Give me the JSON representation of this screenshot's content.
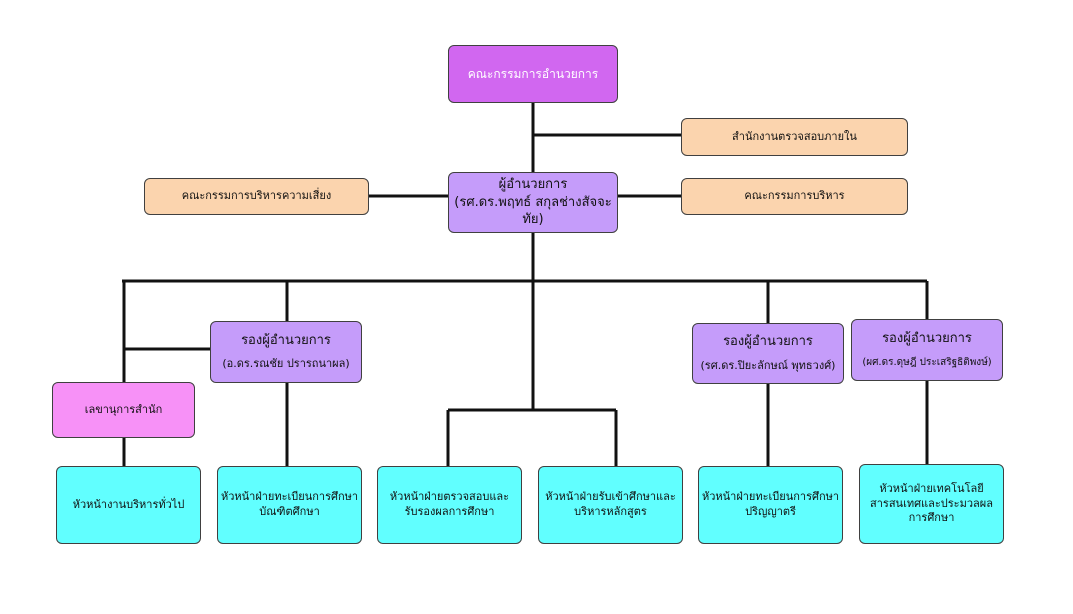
{
  "colors": {
    "board": "#d167f0",
    "director": "#c59cfa",
    "committee": "#fbd4ae",
    "secretary": "#f791f7",
    "department": "#61ffff",
    "line": "#111111"
  },
  "nodes": {
    "board": {
      "label": "คณะกรรมการอำนวยการ"
    },
    "audit": {
      "label": "สำนักงานตรวจสอบภายใน"
    },
    "risk": {
      "label": "คณะกรรมการบริหารความเสี่ยง"
    },
    "exec_committee": {
      "label": "คณะกรรมการบริหาร"
    },
    "director": {
      "title": "ผู้อำนวยการ",
      "name": "(รศ.ดร.พฤทธ์ สกุลช่างสัจจะทัย)"
    },
    "deputy1": {
      "title": "รองผู้อำนวยการ",
      "name": "(อ.ดร.รณชัย ปรารถนาผล)"
    },
    "deputy2": {
      "title": "รองผู้อำนวยการ",
      "name": "(รศ.ดร.ปิยะลักษณ์ พุทธวงศ์)"
    },
    "deputy3": {
      "title": "รองผู้อำนวยการ",
      "name": "(ผศ.ดร.ดุษฎี ประเสริฐธิติพงษ์)"
    },
    "secretary": {
      "label": "เลขานุการสำนัก"
    },
    "dept1": {
      "lines": [
        "หัวหน้างานบริหารทั่วไป"
      ]
    },
    "dept2": {
      "lines": [
        "หัวหน้าฝ่ายทะเบียนการศึกษา",
        "บัณฑิตศึกษา"
      ]
    },
    "dept3": {
      "lines": [
        "หัวหน้าฝ่ายตรวจสอบและ",
        "รับรองผลการศึกษา"
      ]
    },
    "dept4": {
      "lines": [
        "หัวหน้าฝ่ายรับเข้าศึกษาและ",
        "บริหารหลักสูตร"
      ]
    },
    "dept5": {
      "lines": [
        "หัวหน้าฝ่ายทะเบียนการศึกษา",
        "ปริญญาตรี"
      ]
    },
    "dept6": {
      "lines": [
        "หัวหน้าฝ่ายเทคโนโลยี",
        "สารสนเทศและประมวลผล",
        "การศึกษา"
      ]
    }
  }
}
